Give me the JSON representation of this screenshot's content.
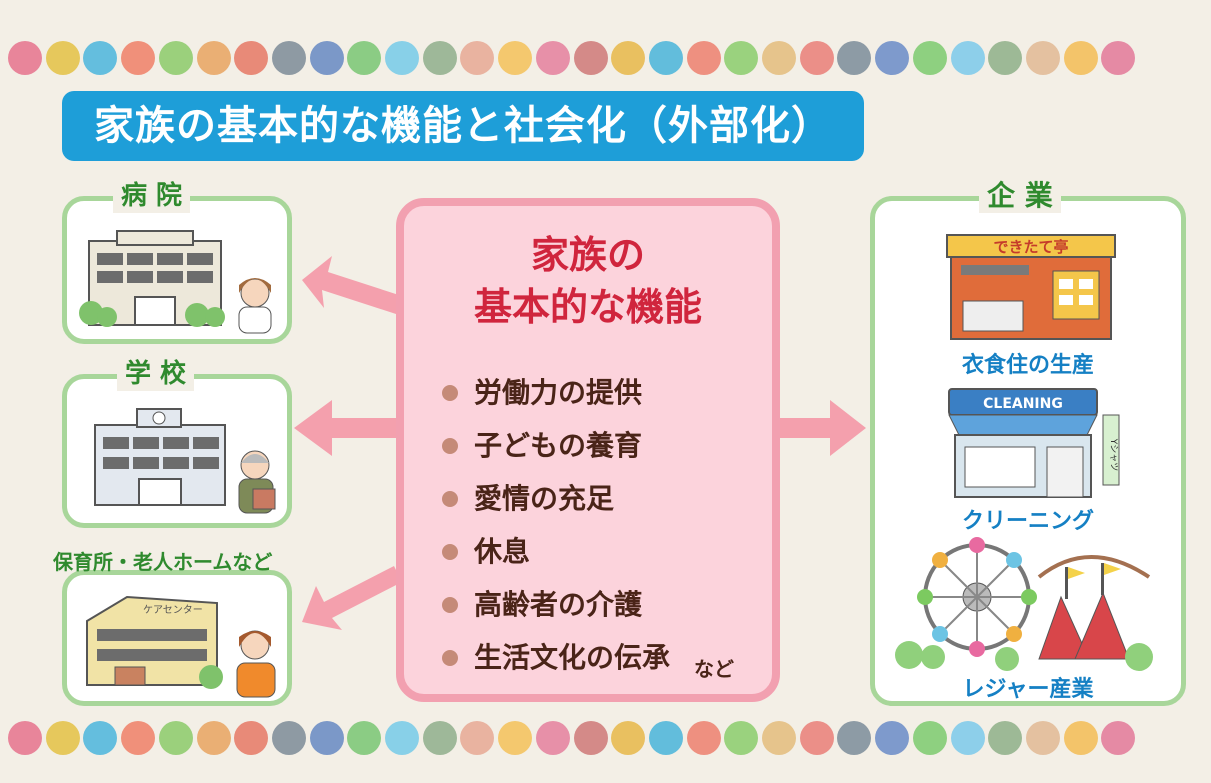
{
  "title": "家族の基本的な機能と社会化（外部化）",
  "dots": {
    "colors": [
      "#e8859a",
      "#e6c85c",
      "#64bede",
      "#f0907a",
      "#9bd07c",
      "#eaaf74",
      "#e88a78",
      "#8e9aa3",
      "#7b98c8",
      "#8bcc84",
      "#88d0e8",
      "#9eb899",
      "#e9b3a0",
      "#f4c86e",
      "#e790a8",
      "#d48a88",
      "#e9c060",
      "#62bddc",
      "#ee9080",
      "#9ad27e",
      "#e6c48c",
      "#eb8f88",
      "#8d9ba5",
      "#7e9acc",
      "#8ed080",
      "#8dcfea",
      "#9db996",
      "#e4c1a0",
      "#f3c46a",
      "#e58aa4"
    ]
  },
  "left_panels": {
    "hospital": {
      "label": "病 院"
    },
    "school": {
      "label": "学 校"
    },
    "care": {
      "label": "保育所・老人ホームなど",
      "sign": "ケアセンター"
    }
  },
  "center": {
    "title_line1": "家族の",
    "title_line2": "基本的な機能",
    "functions": [
      "労働力の提供",
      "子どもの養育",
      "愛情の充足",
      "休息",
      "高齢者の介護",
      "生活文化の伝承"
    ],
    "suffix": "など"
  },
  "right_panel": {
    "label": "企 業",
    "items": [
      {
        "caption": "衣食住の生産",
        "sign": "できたて亭"
      },
      {
        "caption": "クリーニング",
        "sign": "CLEANING",
        "banner": "Yシャツ"
      },
      {
        "caption": "レジャー産業"
      }
    ]
  },
  "colors": {
    "title_bg": "#1e9ed8",
    "panel_border": "#a8d69a",
    "center_bg": "#fcd3dc",
    "center_border": "#f2a0b0",
    "arrow": "#f4a0ad",
    "center_title": "#d0253d",
    "caption": "#1580c4",
    "panel_label": "#2f8a2e"
  }
}
